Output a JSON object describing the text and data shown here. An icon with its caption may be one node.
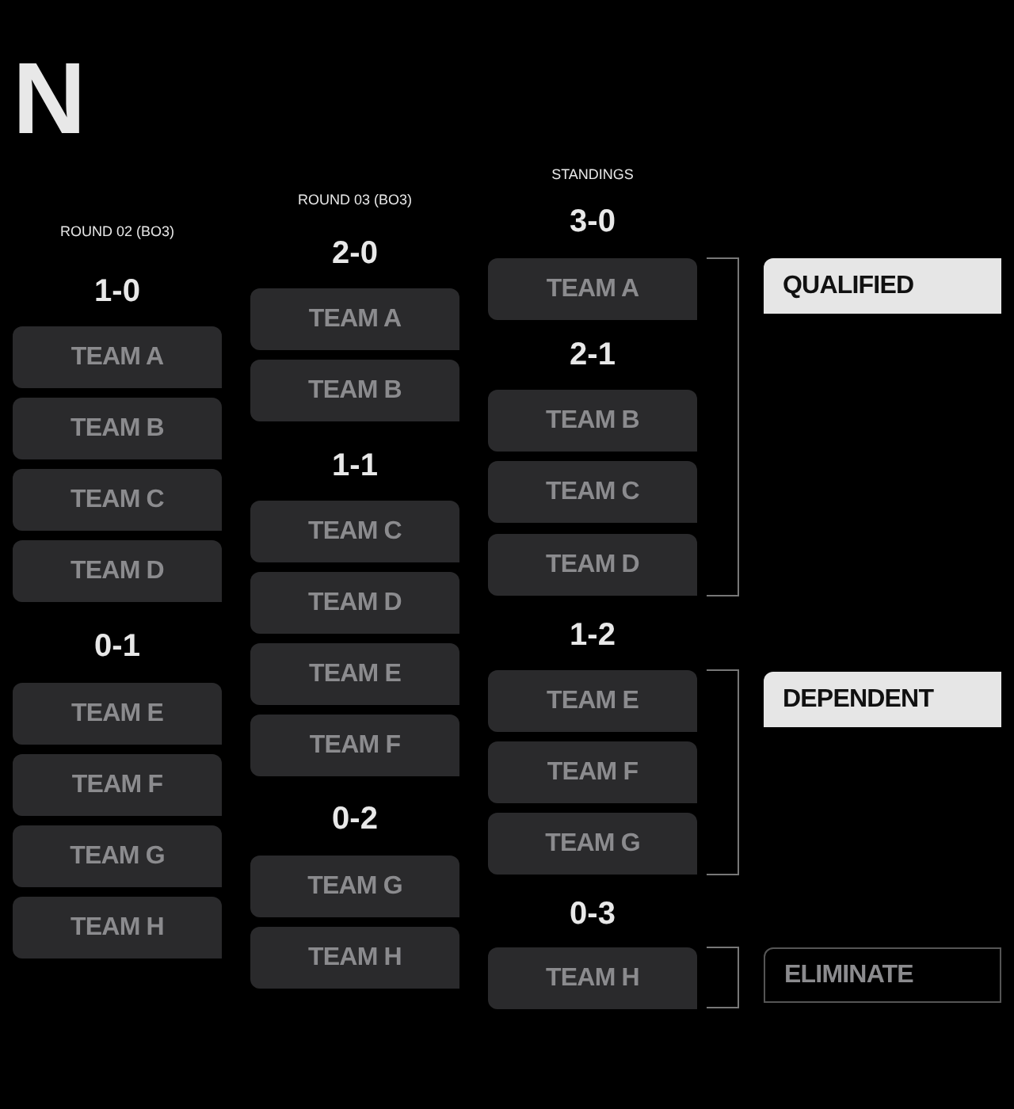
{
  "diagram": {
    "title": "N",
    "nodes": [
      {
        "text": [
          "TEAM A"
        ]
      },
      {
        "text": [
          "TEAM B"
        ]
      },
      {
        "text": [
          "TEAM C"
        ]
      },
      {
        "text": [
          "TEAM D"
        ]
      },
      {
        "text": [
          "TEAM E"
        ]
      },
      {
        "text": [
          "TEAM F"
        ]
      },
      {
        "text": [
          "TEAM G"
        ]
      },
      {
        "text": [
          "TEAM H"
        ]
      },
      {
        "text": [
          "TEAM A"
        ]
      },
      {
        "text": [
          "TEAM B"
        ]
      },
      {
        "text": [
          "TEAM C"
        ]
      },
      {
        "text": [
          "TEAM D"
        ]
      },
      {
        "text": [
          "TEAM E"
        ]
      },
      {
        "text": [
          "TEAM F"
        ]
      },
      {
        "text": [
          "TEAM G"
        ]
      },
      {
        "text": [
          "TEAM H"
        ]
      },
      {
        "text": [
          "TEAM A"
        ]
      },
      {
        "text": [
          "TEAM B"
        ]
      },
      {
        "text": [
          "TEAM C"
        ]
      },
      {
        "text": [
          "TEAM D"
        ]
      },
      {
        "text": [
          "TEAM E"
        ]
      },
      {
        "text": [
          "TEAM F"
        ]
      },
      {
        "text": [
          "TEAM G"
        ]
      },
      {
        "text": [
          "TEAM H"
        ]
      },
      {
        "text": [
          "QUALIFIED"
        ]
      },
      {
        "text": [
          "DEPENDENT"
        ]
      },
      {
        "text": [
          "ELIMINATE"
        ]
      }
    ],
    "labels": [
      "ROUND 02 (BO3)",
      "1-0",
      "0-1",
      "ROUND 03 (BO3)",
      "2-0",
      "1-1",
      "0-2",
      "STANDINGS",
      "3-0",
      "2-1",
      "1-2",
      "0-3"
    ]
  }
}
